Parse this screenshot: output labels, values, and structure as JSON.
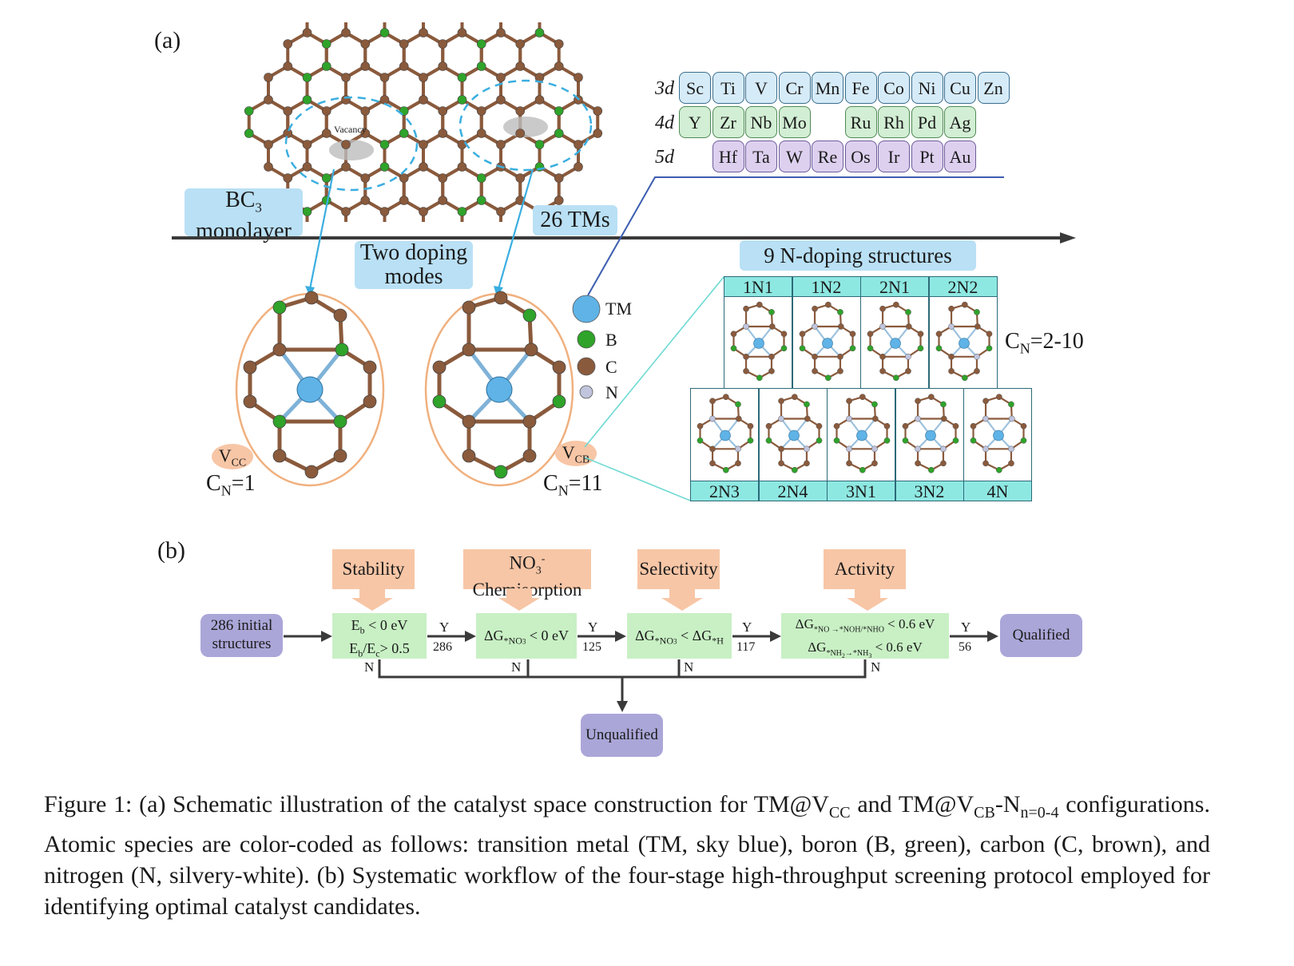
{
  "panel_a": {
    "label": "(a)",
    "vacancy_text": "Vacancy",
    "bc3_line1": "BC",
    "bc3_sub": "3",
    "bc3_line2": "monolayer",
    "tms_label": "26 TMs",
    "two_doping_line1": "Two doping",
    "two_doping_line2": "modes",
    "periodic_rows": [
      {
        "label": "3d",
        "elements": [
          "Sc",
          "Ti",
          "V",
          "Cr",
          "Mn",
          "Fe",
          "Co",
          "Ni",
          "Cu",
          "Zn"
        ]
      },
      {
        "label": "4d",
        "elements": [
          "Y",
          "Zr",
          "Nb",
          "Mo",
          "",
          "Ru",
          "Rh",
          "Pd",
          "Ag"
        ]
      },
      {
        "label": "5d",
        "elements": [
          "",
          "Hf",
          "Ta",
          "W",
          "Re",
          "Os",
          "Ir",
          "Pt",
          "Au"
        ]
      }
    ],
    "legend": [
      {
        "symbol": "TM",
        "color": "#5fb3e6"
      },
      {
        "symbol": "B",
        "color": "#2fa32a"
      },
      {
        "symbol": "C",
        "color": "#8a5a3c"
      },
      {
        "symbol": "N",
        "color": "#c0c4dc"
      }
    ],
    "vcc_label_main": "V",
    "vcc_label_sub": "CC",
    "vcb_label_main": "V",
    "vcb_label_sub": "CB",
    "cn1_main": "C",
    "cn1_sub": "N",
    "cn1_value": "=1",
    "cn11_main": "C",
    "cn11_sub": "N",
    "cn11_value": "=11",
    "n_doping_title": "9 N-doping structures",
    "top_labels": [
      "1N1",
      "1N2",
      "2N1",
      "2N2"
    ],
    "bottom_labels": [
      "2N3",
      "2N4",
      "3N1",
      "3N2",
      "4N"
    ],
    "cn_range_main": "C",
    "cn_range_sub": "N",
    "cn_range_value": "=2-10"
  },
  "panel_b": {
    "label": "(b)",
    "initial": {
      "line1": "286 initial",
      "line2": "structures"
    },
    "stages": [
      {
        "name": "Stability"
      },
      {
        "name_line1": "NO",
        "name_sub": "3",
        "name_sup": "-",
        "name_line2": "Chemisorption"
      },
      {
        "name": "Selectivity"
      },
      {
        "name": "Activity"
      }
    ],
    "criteria": {
      "stability_l1_pre": "E",
      "stability_l1_sub": "b",
      "stability_l1_post": " < 0 eV",
      "stability_l2_pre": "E",
      "stability_l2_sub1": "b",
      "stability_l2_mid": "/E",
      "stability_l2_sub2": "c",
      "stability_l2_post": "> 0.5",
      "chem_pre": "ΔG",
      "chem_sub": "*NO",
      "chem_sub2": "3",
      "chem_post": " < 0 eV",
      "sel_pre": "ΔG",
      "sel_sub1": "*NO",
      "sel_sub1b": "3",
      "sel_mid": " < ΔG",
      "sel_sub2": "*H",
      "act_l1_pre": "ΔG",
      "act_l1_sub": "*NO →*NOH/*NHO",
      "act_l1_post": " < 0.6 eV",
      "act_l2_pre": "ΔG",
      "act_l2_sub": "*NH",
      "act_l2_sub_b": "2",
      "act_l2_sub_c": "→*NH",
      "act_l2_sub_d": "3",
      "act_l2_post": " < 0.6 eV"
    },
    "yes_label": "Y",
    "no_label": "N",
    "counts": [
      "286",
      "125",
      "117",
      "56"
    ],
    "qualified": "Qualified",
    "unqualified": "Unqualified"
  },
  "caption": {
    "p1": "Figure 1: (a) Schematic illustration of the catalyst space construction for TM@V",
    "p1_sub": "CC",
    "p2": " and TM@V",
    "p2_sub": "CB",
    "p3": "-N",
    "p3_sub": "n=0-4",
    "p4": " configurations.  Atomic species are color-coded as follows:  transition metal (TM, sky blue), boron (B, green), carbon (C, brown), and nitrogen (N, silvery-white).  (b) Systematic workflow of the four-stage high-throughput screening protocol employed for identifying optimal catalyst candidates."
  }
}
